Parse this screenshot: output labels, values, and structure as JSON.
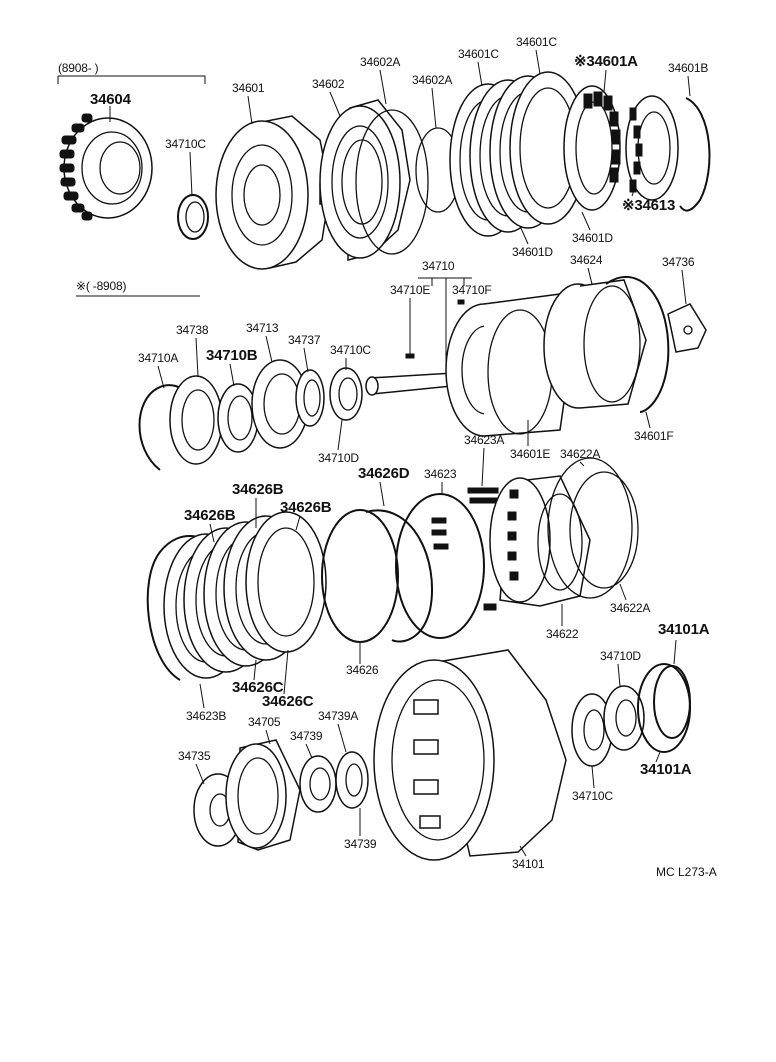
{
  "labels": {
    "date_from": "(8908-      )",
    "date_to": "※(       -8908)",
    "diagram_code": "MC L273-A",
    "p34604": "34604",
    "p34710C_a": "34710C",
    "p34601": "34601",
    "p34602": "34602",
    "p34602A_a": "34602A",
    "p34602A_b": "34602A",
    "p34601C_a": "34601C",
    "p34601C_b": "34601C",
    "p34601A": "※34601A",
    "p34601B": "34601B",
    "p34613": "※34613",
    "p34601D_a": "34601D",
    "p34601D_b": "34601D",
    "p34710": "34710",
    "p34710E": "34710E",
    "p34710F": "34710F",
    "p34624": "34624",
    "p34736": "34736",
    "p34738": "34738",
    "p34713": "34713",
    "p34710A": "34710A",
    "p34710B": "34710B",
    "p34737": "34737",
    "p34710C_b": "34710C",
    "p34710D_a": "34710D",
    "p34601F": "34601F",
    "p34623A": "34623A",
    "p34601E": "34601E",
    "p34622A_a": "34622A",
    "p34626B_a": "34626B",
    "p34626B_b": "34626B",
    "p34626B_c": "34626B",
    "p34626D": "34626D",
    "p34623": "34623",
    "p34622": "34622",
    "p34622A_b": "34622A",
    "p34626": "34626",
    "p34626C_a": "34626C",
    "p34626C_b": "34626C",
    "p34623B": "34623B",
    "p34101A_a": "34101A",
    "p34101A_b": "34101A",
    "p34710D_b": "34710D",
    "p34705": "34705",
    "p34739A": "34739A",
    "p34739_a": "34739",
    "p34739_b": "34739",
    "p34735": "34735",
    "p34710C_c": "34710C",
    "p34101": "34101"
  },
  "colors": {
    "line": "#111111",
    "background": "#ffffff"
  }
}
